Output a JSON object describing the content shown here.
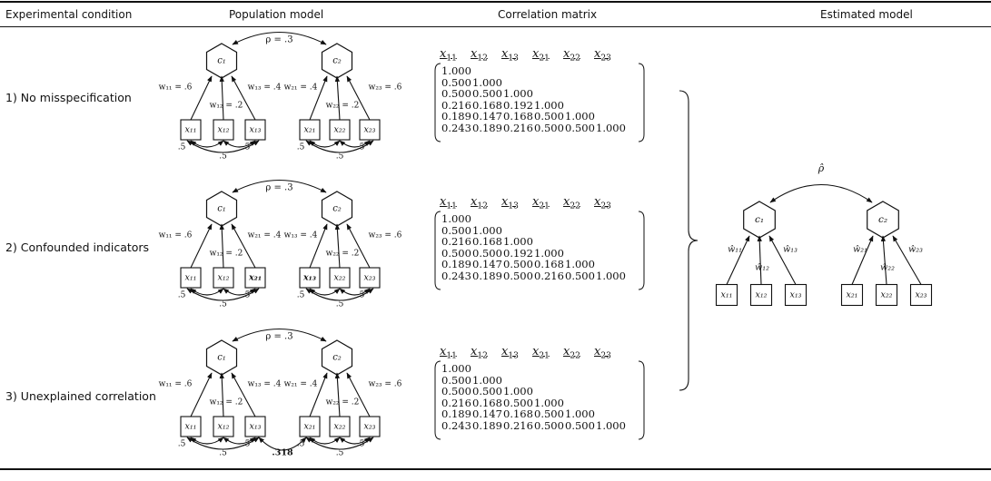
{
  "headers": {
    "condition": "Experimental condition",
    "population": "Population model",
    "correlation": "Correlation matrix",
    "estimated": "Estimated model"
  },
  "conditions": [
    {
      "label": "1) No misspecification"
    },
    {
      "label": "2) Confounded indicators"
    },
    {
      "label": "3) Unexplained correlation"
    }
  ],
  "population_models": [
    {
      "rho": "ρ = .3",
      "c1": "c₁",
      "c2": "c₂",
      "indicators": [
        "x₁₁",
        "x₁₂",
        "x₁₃",
        "x₂₁",
        "x₂₂",
        "x₂₃"
      ],
      "bold_indicators": [
        false,
        false,
        false,
        false,
        false,
        false
      ],
      "weights": [
        "w₁₁ = .6",
        "w₁₂ = .2",
        "w₁₃ = .4",
        "w₂₁ = .4",
        "w₂₂ = .2",
        "w₂₃ = .6"
      ],
      "corr_left": [
        ".5",
        ".5",
        ".5"
      ],
      "corr_right": [
        ".5",
        ".5",
        ".5"
      ],
      "cross": ""
    },
    {
      "rho": "ρ = .3",
      "c1": "c₁",
      "c2": "c₂",
      "indicators": [
        "x₁₁",
        "x₁₂",
        "x₂₁",
        "x₁₃",
        "x₂₂",
        "x₂₃"
      ],
      "bold_indicators": [
        false,
        false,
        true,
        true,
        false,
        false
      ],
      "weights": [
        "w₁₁ = .6",
        "w₁₂ = .2",
        "w₂₁ = .4",
        "w₁₃ = .4",
        "w₂₂ = .2",
        "w₂₃ = .6"
      ],
      "corr_left": [
        ".5",
        ".5",
        ".5"
      ],
      "corr_right": [
        ".5",
        ".5",
        ".5"
      ],
      "cross": ""
    },
    {
      "rho": "ρ = .3",
      "c1": "c₁",
      "c2": "c₂",
      "indicators": [
        "x₁₁",
        "x₁₂",
        "x₁₃",
        "x₂₁",
        "x₂₂",
        "x₂₃"
      ],
      "bold_indicators": [
        false,
        false,
        false,
        false,
        false,
        false
      ],
      "weights": [
        "w₁₁ = .6",
        "w₁₂ = .2",
        "w₁₃ = .4",
        "w₂₁ = .4",
        "w₂₂ = .2",
        "w₂₃ = .6"
      ],
      "corr_left": [
        ".5",
        ".5",
        ".5"
      ],
      "corr_right": [
        ".5",
        ".5",
        ".5"
      ],
      "cross": ".318"
    }
  ],
  "matrix_columns": [
    "x11",
    "x12",
    "x13",
    "x21",
    "x22",
    "x23"
  ],
  "matrices": [
    [
      [
        "1.000"
      ],
      [
        "0.500",
        "1.000"
      ],
      [
        "0.500",
        "0.500",
        "1.000"
      ],
      [
        "0.216",
        "0.168",
        "0.192",
        "1.000"
      ],
      [
        "0.189",
        "0.147",
        "0.168",
        "0.500",
        "1.000"
      ],
      [
        "0.243",
        "0.189",
        "0.216",
        "0.500",
        "0.500",
        "1.000"
      ]
    ],
    [
      [
        "1.000"
      ],
      [
        "0.500",
        "1.000"
      ],
      [
        "0.216",
        "0.168",
        "1.000"
      ],
      [
        "0.500",
        "0.500",
        "0.192",
        "1.000"
      ],
      [
        "0.189",
        "0.147",
        "0.500",
        "0.168",
        "1.000"
      ],
      [
        "0.243",
        "0.189",
        "0.500",
        "0.216",
        "0.500",
        "1.000"
      ]
    ],
    [
      [
        "1.000"
      ],
      [
        "0.500",
        "1.000"
      ],
      [
        "0.500",
        "0.500",
        "1.000"
      ],
      [
        "0.216",
        "0.168",
        "0.500",
        "1.000"
      ],
      [
        "0.189",
        "0.147",
        "0.168",
        "0.500",
        "1.000"
      ],
      [
        "0.243",
        "0.189",
        "0.216",
        "0.500",
        "0.500",
        "1.000"
      ]
    ]
  ],
  "estimated_model": {
    "rho": "ρ̂",
    "c1": "c₁",
    "c2": "c₂",
    "indicators": [
      "x₁₁",
      "x₁₂",
      "x₁₃",
      "x₂₁",
      "x₂₂",
      "x₂₃"
    ],
    "weights": [
      "ŵ₁₁",
      "ŵ₁₂",
      "ŵ₁₃",
      "ŵ₂₁",
      "ŵ₂₂",
      "ŵ₂₃"
    ]
  }
}
